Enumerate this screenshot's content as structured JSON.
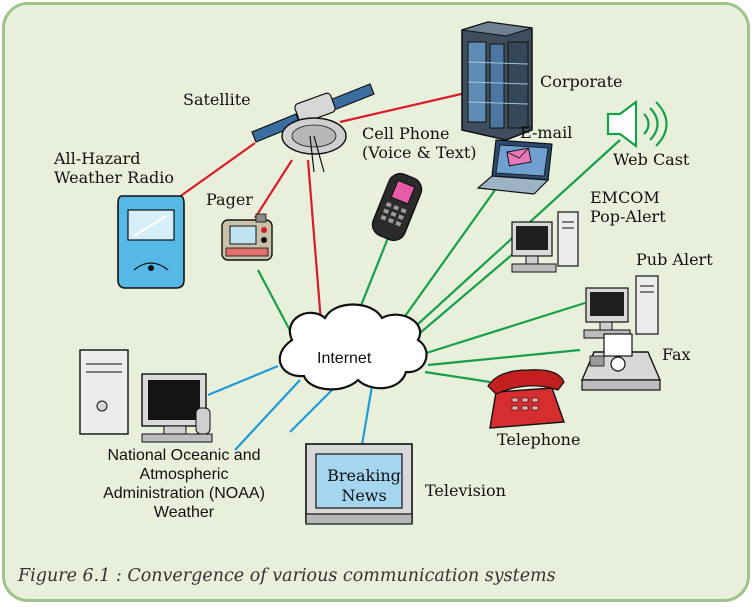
{
  "diagram": {
    "hub": "Internet",
    "nodes": {
      "corporate": "Corporate",
      "satellite": "Satellite",
      "cell_phone": [
        "Cell Phone",
        "(Voice & Text)"
      ],
      "email": "E-mail",
      "web_cast": "Web Cast",
      "all_hazard": [
        "All-Hazard",
        "Weather Radio"
      ],
      "pager": "Pager",
      "emcom": [
        "EMCOM",
        "Pop-Alert"
      ],
      "pub_alert": "Pub Alert",
      "fax": "Fax",
      "telephone": "Telephone",
      "television": "Television",
      "breaking_news": [
        "Breaking",
        "News"
      ],
      "noaa": [
        "National Oceanic and",
        "Atmospheric",
        "Administration (NOAA)",
        "Weather"
      ]
    },
    "line_colors": {
      "satellite_link": "#d81c2a",
      "internet_link": "#16a04a",
      "noaa_link": "#1e9bd7"
    }
  },
  "caption": "Figure 6.1 : Convergence of various communication systems"
}
